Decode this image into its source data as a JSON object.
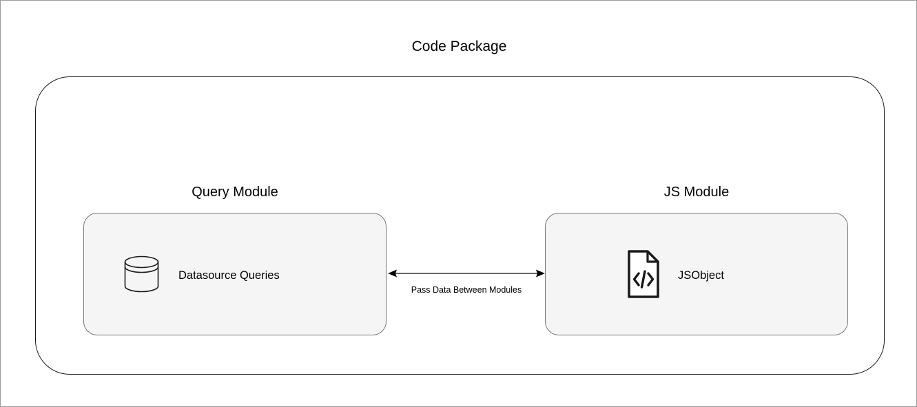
{
  "diagram": {
    "title": "Code Package",
    "modules": [
      {
        "title": "Query Module",
        "item_label": "Datasource Queries",
        "icon": "database-cylinder-icon"
      },
      {
        "title": "JS Module",
        "item_label": "JSObject",
        "icon": "code-file-icon"
      }
    ],
    "connector": {
      "label": "Pass Data Between Modules",
      "icon": "double-headed-arrow-icon"
    },
    "colors": {
      "background": "#ffffff",
      "module_fill": "#f5f5f5",
      "module_border": "#767676",
      "package_border": "#1a1a1a",
      "connector_line": "#666666",
      "text": "#000000",
      "frame_border": "#9a9a9a"
    }
  }
}
